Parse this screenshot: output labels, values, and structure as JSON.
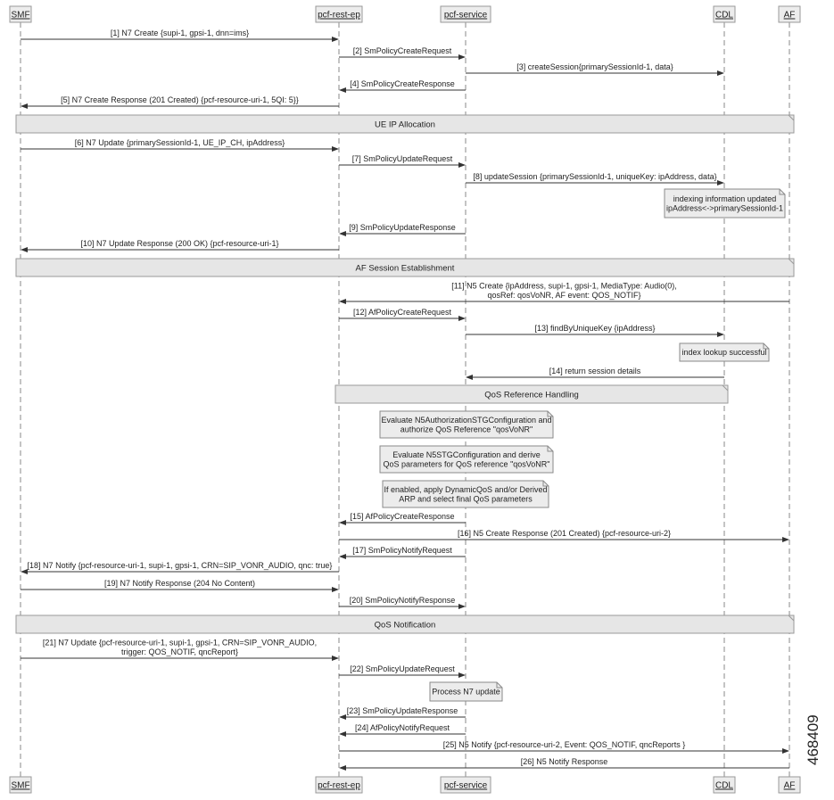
{
  "participants": [
    {
      "id": "smf",
      "label": "SMF"
    },
    {
      "id": "rest",
      "label": "pcf-rest-ep"
    },
    {
      "id": "svc",
      "label": "pcf-service"
    },
    {
      "id": "cdl",
      "label": "CDL"
    },
    {
      "id": "af",
      "label": "AF"
    }
  ],
  "messages": [
    {
      "from": "smf",
      "to": "rest",
      "lines": [
        "[1] N7 Create {supi-1, gpsi-1, dnn=ims}"
      ]
    },
    {
      "from": "rest",
      "to": "svc",
      "lines": [
        "[2] SmPolicyCreateRequest"
      ]
    },
    {
      "from": "svc",
      "to": "cdl",
      "lines": [
        "[3] createSession{primarySessionId-1, data}"
      ]
    },
    {
      "from": "svc",
      "to": "rest",
      "lines": [
        "[4] SmPolicyCreateResponse"
      ]
    },
    {
      "from": "rest",
      "to": "smf",
      "lines": [
        "[5] N7 Create Response (201 Created) {pcf-resource-uri-1, 5QI: 5}}"
      ]
    },
    {
      "from": "smf",
      "to": "rest",
      "lines": [
        "[6] N7 Update {primarySessionId-1, UE_IP_CH, ipAddress}"
      ]
    },
    {
      "from": "rest",
      "to": "svc",
      "lines": [
        "[7] SmPolicyUpdateRequest"
      ]
    },
    {
      "from": "svc",
      "to": "cdl",
      "lines": [
        "[8] updateSession {primarySessionId-1, uniqueKey: ipAddress, data}"
      ]
    },
    {
      "from": "svc",
      "to": "rest",
      "lines": [
        "[9] SmPolicyUpdateResponse"
      ]
    },
    {
      "from": "rest",
      "to": "smf",
      "lines": [
        "[10] N7 Update Response (200 OK) {pcf-resource-uri-1}"
      ]
    },
    {
      "from": "af",
      "to": "rest",
      "lines": [
        "[11] N5 Create {ipAddress, supi-1, gpsi-1, MediaType: Audio(0),",
        "qosRef: qosVoNR, AF event: QOS_NOTIF}"
      ]
    },
    {
      "from": "rest",
      "to": "svc",
      "lines": [
        "[12] AfPolicyCreateRequest"
      ]
    },
    {
      "from": "svc",
      "to": "cdl",
      "lines": [
        "[13] findByUniqueKey {ipAddress}"
      ]
    },
    {
      "from": "cdl",
      "to": "svc",
      "lines": [
        "[14] return session details"
      ]
    },
    {
      "from": "svc",
      "to": "rest",
      "lines": [
        "[15] AfPolicyCreateResponse"
      ]
    },
    {
      "from": "rest",
      "to": "af",
      "lines": [
        "[16] N5 Create Response (201 Created) {pcf-resource-uri-2}"
      ]
    },
    {
      "from": "svc",
      "to": "rest",
      "lines": [
        "[17] SmPolicyNotifyRequest"
      ]
    },
    {
      "from": "rest",
      "to": "smf",
      "lines": [
        "[18] N7 Notify {pcf-resource-uri-1, supi-1, gpsi-1, CRN=SIP_VONR_AUDIO, qnc: true}"
      ]
    },
    {
      "from": "smf",
      "to": "rest",
      "lines": [
        "[19] N7 Notify Response (204 No Content)"
      ]
    },
    {
      "from": "rest",
      "to": "svc",
      "lines": [
        "[20] SmPolicyNotifyResponse"
      ]
    },
    {
      "from": "smf",
      "to": "rest",
      "lines": [
        "[21] N7 Update {pcf-resource-uri-1, supi-1, gpsi-1, CRN=SIP_VONR_AUDIO,",
        "trigger: QOS_NOTIF, qncReport}"
      ]
    },
    {
      "from": "rest",
      "to": "svc",
      "lines": [
        "[22] SmPolicyUpdateRequest"
      ]
    },
    {
      "from": "svc",
      "to": "rest",
      "lines": [
        "[23] SmPolicyUpdateResponse"
      ]
    },
    {
      "from": "svc",
      "to": "rest",
      "lines": [
        "[24] AfPolicyNotifyRequest"
      ]
    },
    {
      "from": "rest",
      "to": "af",
      "lines": [
        "[25] N5 Notify {pcf-resource-uri-2, Event: QOS_NOTIF, qncReports }"
      ]
    },
    {
      "from": "af",
      "to": "rest",
      "lines": [
        "[26] N5 Notify Response"
      ]
    }
  ],
  "dividers": [
    {
      "label": "UE IP Allocation"
    },
    {
      "label": "AF Session Establishment"
    },
    {
      "label": "QoS Reference Handling"
    },
    {
      "label": "QoS Notification"
    }
  ],
  "notes": [
    {
      "lines": [
        "indexing information updated",
        "ipAddress<->primarySessionId-1"
      ]
    },
    {
      "lines": [
        "index lookup successful"
      ]
    },
    {
      "lines": [
        "Evaluate N5AuthorizationSTGConfiguration and",
        "authorize QoS Reference \"qosVoNR\""
      ]
    },
    {
      "lines": [
        "Evaluate N5STGConfiguration and derive",
        "QoS parameters for QoS reference \"qosVoNR\""
      ]
    },
    {
      "lines": [
        "If enabled, apply DynamicQoS and/or Derived",
        "ARP and select final QoS parameters"
      ]
    },
    {
      "lines": [
        "Process N7 update"
      ]
    }
  ],
  "figure_id": "468409"
}
